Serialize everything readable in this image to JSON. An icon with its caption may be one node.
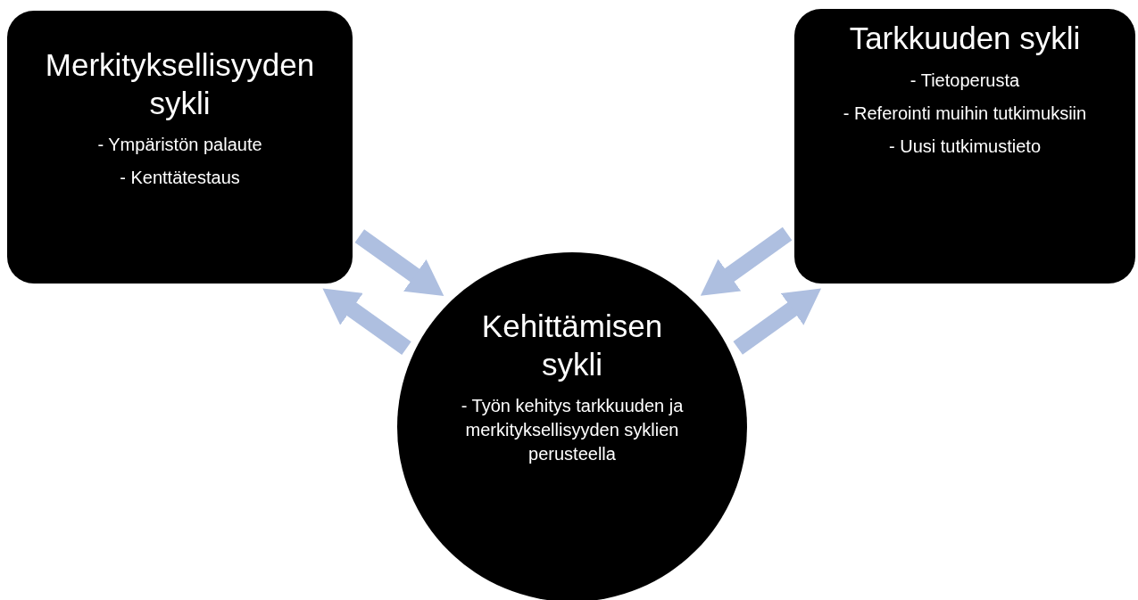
{
  "diagram": {
    "nodes": [
      {
        "text": [
          "Merkityksellisyyden sykli",
          "- Ympäristön palaute",
          "- Kenttätestaus"
        ]
      },
      {
        "text": [
          "Tarkkuuden sykli",
          "- Tietoperusta",
          "- Referointi muihin tutkimuksiin",
          "- Uusi tutkimustieto"
        ]
      },
      {
        "text": [
          "Kehittämisen sykli",
          "- Työn kehitys tarkkuuden ja merkityksellisyyden syklien perusteella"
        ]
      }
    ],
    "edges": [
      {
        "from": 0,
        "to": 2,
        "arrow": "to"
      },
      {
        "from": 2,
        "to": 0,
        "arrow": "to"
      },
      {
        "from": 1,
        "to": 2,
        "arrow": "to"
      },
      {
        "from": 2,
        "to": 1,
        "arrow": "to"
      }
    ]
  }
}
